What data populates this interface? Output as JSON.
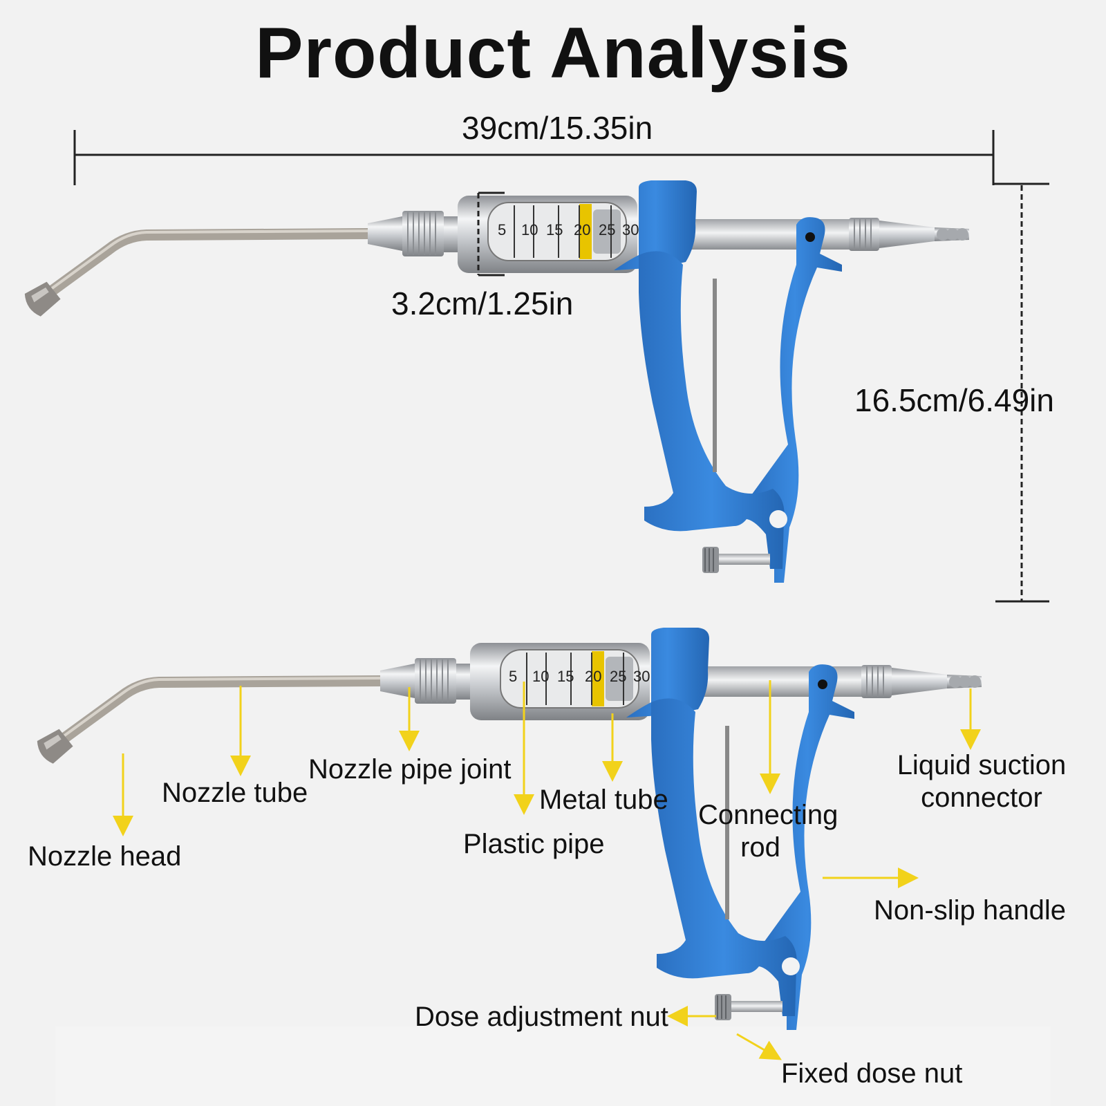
{
  "title": "Product Analysis",
  "dimensions": {
    "length": "39cm/15.35in",
    "barrel_diameter": "3.2cm/1.25in",
    "height": "16.5cm/6.49in"
  },
  "scale_numbers": [
    "5",
    "10",
    "15",
    "20",
    "25",
    "30"
  ],
  "parts": {
    "nozzle_head": "Nozzle head",
    "nozzle_tube": "Nozzle tube",
    "nozzle_pipe_joint": "Nozzle pipe joint",
    "plastic_pipe": "Plastic pipe",
    "metal_tube": "Metal tube",
    "connecting_rod_line1": "Connecting",
    "connecting_rod_line2": "rod",
    "liquid_suction_line1": "Liquid suction",
    "liquid_suction_line2": "connector",
    "non_slip_handle": "Non-slip handle",
    "dose_adjustment_nut": "Dose adjustment nut",
    "fixed_dose_nut": "Fixed dose nut"
  },
  "colors": {
    "handle_blue": "#2f7fd1",
    "arrow_yellow": "#f2d21b",
    "metal": "#b9bcc0"
  }
}
